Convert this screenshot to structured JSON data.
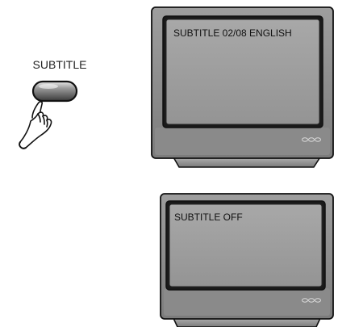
{
  "button": {
    "label": "SUBTITLE",
    "icon": "oval-remote-button",
    "hand_icon": "pointing-hand-icon"
  },
  "screens": [
    {
      "osd_text": "SUBTITLE 02/08 ENGLISH"
    },
    {
      "osd_text": "SUBTITLE OFF"
    }
  ],
  "colors": {
    "tv_body": "#8c8c8c",
    "tv_body_light": "#b5b5b5",
    "screen": "#9a9a9a",
    "screen_inner": "#a9a9a9",
    "outline": "#111111"
  }
}
